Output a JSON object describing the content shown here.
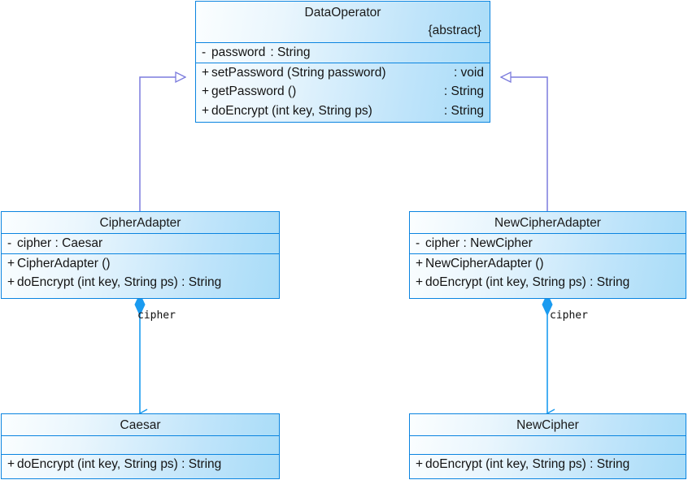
{
  "diagram": {
    "kind": "uml-class-diagram",
    "colors": {
      "class_border": "#0a84e0",
      "class_fill_light": "#fbfeff",
      "class_fill_dark": "#a8dcf8",
      "generalization": "#7b7bdd",
      "association": "#1a9bf0",
      "text": "#1a1a1a"
    },
    "classes": [
      {
        "id": "data-operator",
        "name": "DataOperator",
        "stereotype": "{abstract}",
        "attributes": [
          {
            "visibility": "-",
            "signature": "password",
            "type": ": String"
          }
        ],
        "operations": [
          {
            "visibility": "+",
            "signature": "setPassword (String password)",
            "type": ": void"
          },
          {
            "visibility": "+",
            "signature": "getPassword ()",
            "type": ": String"
          },
          {
            "visibility": "+",
            "signature": "doEncrypt (int key, String ps)",
            "type": ": String"
          }
        ]
      },
      {
        "id": "cipher-adapter",
        "name": "CipherAdapter",
        "stereotype": "",
        "attributes": [
          {
            "visibility": "-",
            "signature": "cipher  : Caesar",
            "type": ""
          }
        ],
        "operations": [
          {
            "visibility": "+",
            "signature": "CipherAdapter ()",
            "type": ""
          },
          {
            "visibility": "+",
            "signature": "doEncrypt (int key, String ps) : String",
            "type": ""
          }
        ]
      },
      {
        "id": "new-cipher-adapter",
        "name": "NewCipherAdapter",
        "stereotype": "",
        "attributes": [
          {
            "visibility": "-",
            "signature": "cipher  : NewCipher",
            "type": ""
          }
        ],
        "operations": [
          {
            "visibility": "+",
            "signature": "NewCipherAdapter ()",
            "type": ""
          },
          {
            "visibility": "+",
            "signature": "doEncrypt (int key, String ps) : String",
            "type": ""
          }
        ]
      },
      {
        "id": "caesar",
        "name": "Caesar",
        "stereotype": "",
        "attributes": [],
        "operations": [
          {
            "visibility": "+",
            "signature": "doEncrypt (int key, String ps)  : String",
            "type": ""
          }
        ]
      },
      {
        "id": "new-cipher",
        "name": "NewCipher",
        "stereotype": "",
        "attributes": [],
        "operations": [
          {
            "visibility": "+",
            "signature": "doEncrypt (int key, String ps)  : String",
            "type": ""
          }
        ]
      }
    ],
    "relationships": [
      {
        "id": "gen-cipher-adapter",
        "type": "generalization",
        "from": "CipherAdapter",
        "to": "DataOperator",
        "label": ""
      },
      {
        "id": "gen-new-cipher-adapter",
        "type": "generalization",
        "from": "NewCipherAdapter",
        "to": "DataOperator",
        "label": ""
      },
      {
        "id": "assoc-cipher-adapter-caesar",
        "type": "composition",
        "from": "CipherAdapter",
        "to": "Caesar",
        "label": "cipher"
      },
      {
        "id": "assoc-new-cipher-adapter-new-cipher",
        "type": "composition",
        "from": "NewCipherAdapter",
        "to": "NewCipher",
        "label": "cipher"
      }
    ]
  }
}
